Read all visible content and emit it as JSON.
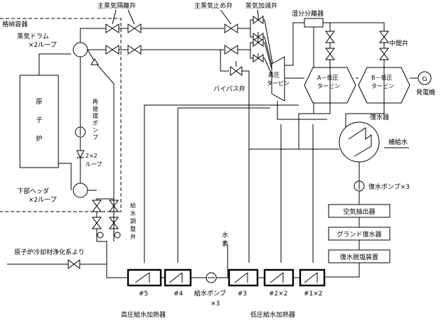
{
  "labels": {
    "containment": "格納容器",
    "main_steam_isolation_valve": "主蒸気隔離弁",
    "main_steam_stop_valve": "主蒸気止め弁",
    "steam_control_valve": "蒸気加減弁",
    "moisture_separator": "湿分分離器",
    "steam_drum_1": "蒸気ドラム",
    "steam_drum_2": "×2ループ",
    "intermediate_valve": "中間弁",
    "bypass_valve": "バイパス弁",
    "hp_turbine_1": "高圧",
    "hp_turbine_2": "タービン",
    "a_lp_turbine_1": "A－低圧",
    "a_lp_turbine_2": "タービン",
    "b_lp_turbine_1": "B－低圧",
    "b_lp_turbine_2": "タービン",
    "generator_symbol": "G",
    "generator": "発電機",
    "reactor": [
      "原",
      "子",
      "炉"
    ],
    "recirc_pump": [
      "再",
      "循",
      "環",
      "ポ",
      "ン",
      "プ"
    ],
    "loop_2x2_1": "2×2",
    "loop_2x2_2": "ループ",
    "condenser": "復水器",
    "makeup_water": "補給水",
    "lower_header_1": "下部ヘッダ",
    "lower_header_2": "×2ループ",
    "feedwater_control_valve": [
      "給",
      "水",
      "調",
      "整",
      "弁"
    ],
    "condensate_pump": "復水ポンプ×3",
    "air_ejector": "空気抽出器",
    "gland_condenser": "グランド復水器",
    "demineralizer": "復水脱塩装置",
    "cleanup_system": "原子炉冷却材浄化系より",
    "hydrogen": [
      "水",
      "素"
    ],
    "feedwater_pump_1": "給水ポンプ",
    "feedwater_pump_2": "×3",
    "heater_5": "#5",
    "heater_4": "#4",
    "heater_3": "#3",
    "heater_2": "#2×2",
    "heater_1": "#1×2",
    "hp_heaters": "高圧給水加熱器",
    "lp_heaters": "低圧給水加熱器"
  }
}
